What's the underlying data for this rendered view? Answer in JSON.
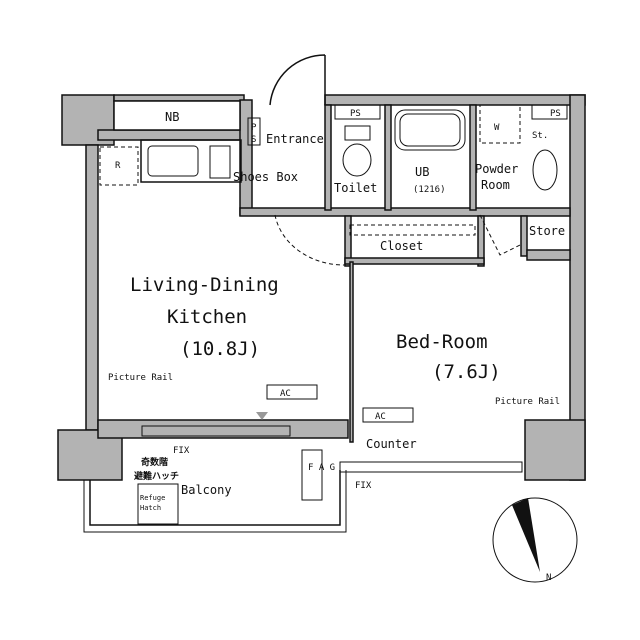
{
  "rooms": {
    "nb": "NB",
    "ps1": "P",
    "ps1b": "S",
    "ps2": "PS",
    "ps3": "PS",
    "entrance": "Entrance",
    "shoes_box": "Shoes Box",
    "toilet": "Toilet",
    "ub": "UB",
    "ub_size": "(1216)",
    "powder_line1": "Powder",
    "powder_line2": "Room",
    "washer": "W",
    "storage_st": "St.",
    "fridge": "R",
    "closet": "Closet",
    "store": "Store",
    "ldk_line1": "Living-Dining",
    "ldk_line2": "Kitchen",
    "ldk_size": "(10.8J)",
    "bedroom": "Bed-Room",
    "bedroom_size": "(7.6J)",
    "picture_rail_left": "Picture Rail",
    "picture_rail_right": "Picture Rail",
    "ac_left": "AC",
    "ac_right": "AC",
    "counter": "Counter",
    "fix_left": "FIX",
    "fix_right": "FIX",
    "balcony": "Balcony",
    "hatch_jp_line1": "奇数階",
    "hatch_jp_line2": "避難ハッチ",
    "hatch_line1": "Refuge",
    "hatch_line2": "Hatch",
    "fig_label": "F\nA\nG",
    "compass_north": "N"
  },
  "colors": {
    "wall": "#b3b3b3",
    "line": "#111111"
  }
}
